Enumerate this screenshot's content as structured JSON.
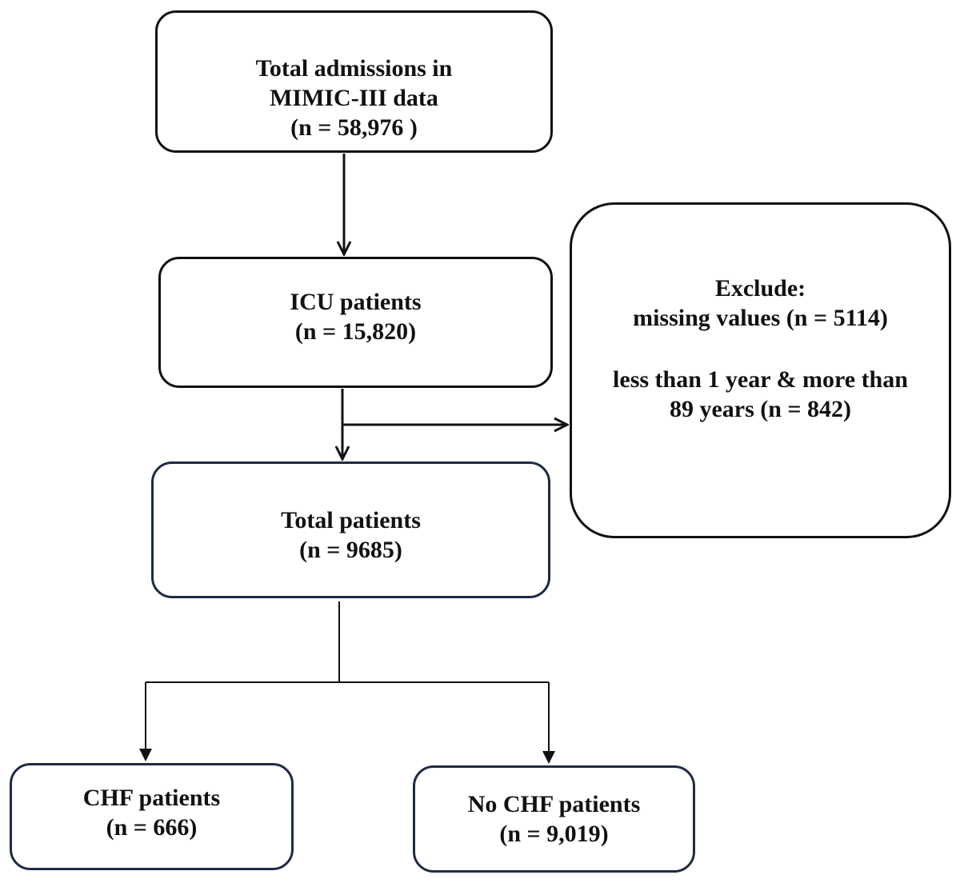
{
  "flowchart": {
    "total_admissions": {
      "lines": [
        "Total admissions in",
        "MIMIC-III data",
        "(n = 58,976 )"
      ]
    },
    "icu_patients": {
      "lines": [
        "ICU patients",
        "(n = 15,820)"
      ]
    },
    "exclude": {
      "heading": "Exclude:",
      "missing_values": "missing values (n = 5114)",
      "age_lines": [
        "less than 1 year & more than",
        "89 years (n = 842)"
      ]
    },
    "total_patients": {
      "lines": [
        "Total patients",
        "(n = 9685)"
      ]
    },
    "chf_patients": {
      "lines": [
        "CHF patients",
        "(n = 666)"
      ]
    },
    "no_chf_patients": {
      "lines": [
        "No CHF patients",
        "(n = 9,019)"
      ]
    }
  },
  "colors": {
    "box_border": "#111111",
    "lower_box_border": "#1f2a44",
    "connector": "#111111",
    "background": "#ffffff"
  }
}
